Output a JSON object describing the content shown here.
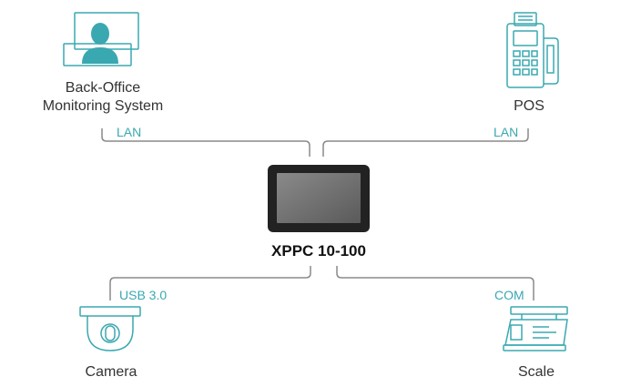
{
  "nodes": {
    "back_office": {
      "line1": "Back-Office",
      "line2": "Monitoring System",
      "icon": "monitor-person-icon"
    },
    "pos": {
      "label": "POS",
      "icon": "pos-terminal-icon"
    },
    "camera": {
      "label": "Camera",
      "icon": "dome-camera-icon"
    },
    "scale": {
      "label": "Scale",
      "icon": "weighing-scale-icon"
    },
    "device": {
      "label": "XPPC 10-100",
      "icon": "panel-pc-icon"
    }
  },
  "connections": {
    "back_office": "LAN",
    "pos": "LAN",
    "camera": "USB 3.0",
    "scale": "COM"
  },
  "colors": {
    "accent": "#3aa8b1",
    "line": "#8a8a8a",
    "text": "#333333",
    "device_frame": "#222222",
    "screen_light": "#8a8a8a",
    "screen_dark": "#5a5a5a"
  }
}
